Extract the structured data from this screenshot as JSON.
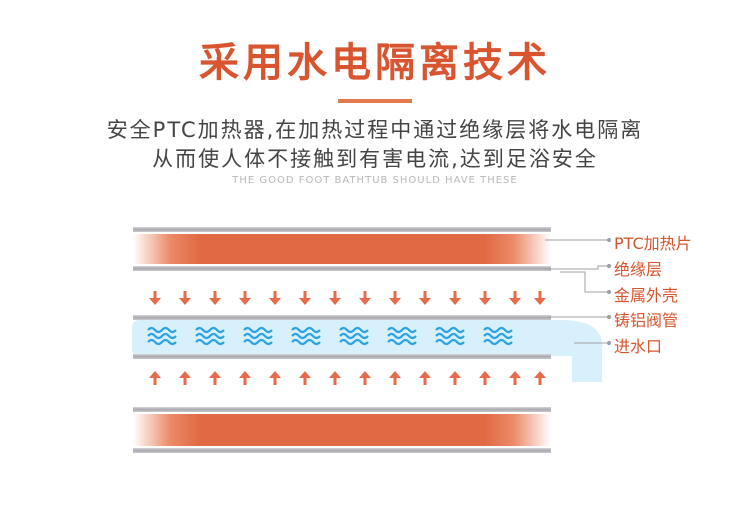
{
  "header": {
    "title": "采用水电隔离技术",
    "description_line1": "安全PTC加热器,在加热过程中通过绝缘层将水电隔离",
    "description_line2": "从而使人体不接触到有害电流,达到足浴安全",
    "caption": "THE GOOD FOOT BATHTUB SHOULD HAVE THESE"
  },
  "diagram": {
    "labels": {
      "ptc_heater": "PTC加热片",
      "insulation_layer": "绝缘层",
      "metal_shell": "金属外壳",
      "cast_aluminum_tube": "铸铝阀管",
      "water_inlet": "进水口"
    },
    "icons": {
      "down_arrow": "arrow-down-icon",
      "up_arrow": "arrow-up-icon",
      "wave": "water-wave-icon"
    },
    "colors": {
      "accent": "#d8552f",
      "heater": "#e06a44",
      "water": "#d8f0fb",
      "wave": "#2fa3e0",
      "plate": "#b4b4b8"
    }
  }
}
